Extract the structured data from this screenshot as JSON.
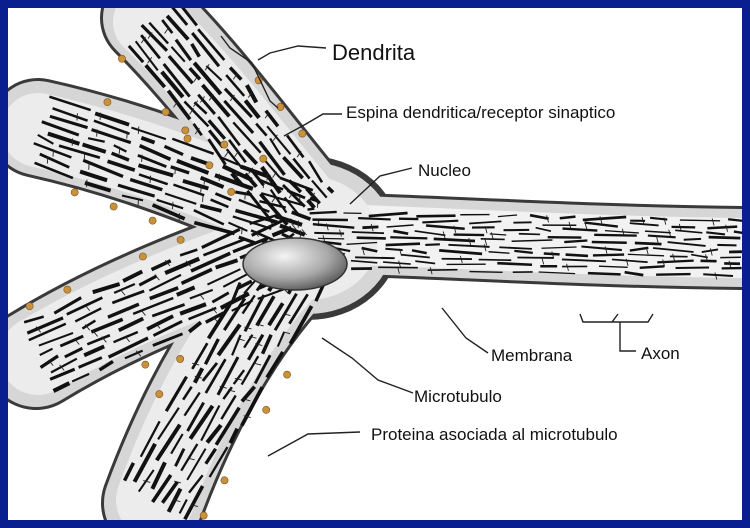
{
  "labels": {
    "dendrita": "Dendrita",
    "espina": "Espina dendritica/receptor sinaptico",
    "nucleo": "Nucleo",
    "membrana": "Membrana",
    "axon": "Axon",
    "microtubulo": "Microtubulo",
    "proteina": "Proteina asociada al microtubulo"
  },
  "colors": {
    "frame": "#0a1f8f",
    "membrane_fill": "#d6d6d6",
    "tubule": "#111111",
    "spine": "#c8913a"
  }
}
